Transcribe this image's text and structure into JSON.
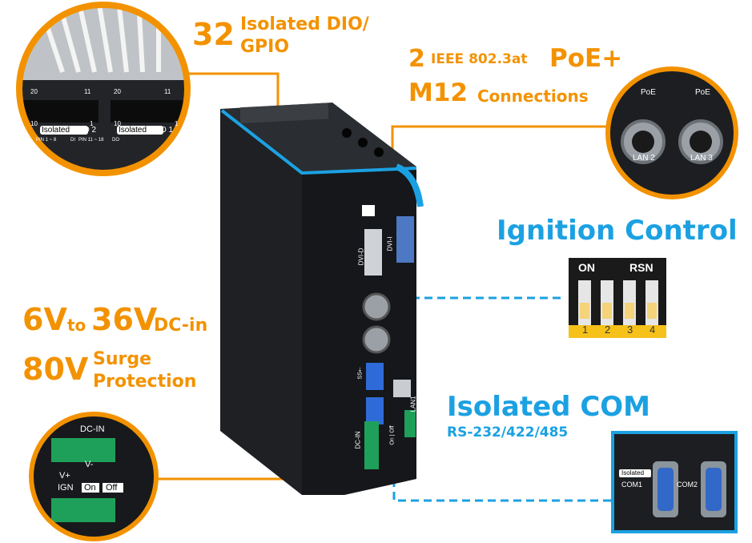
{
  "colors": {
    "orange": "#f39200",
    "blue": "#1ba1e2",
    "device": "#1f2124"
  },
  "dio": {
    "num": "32",
    "line1": "Isolated DIO/",
    "line2": "GPIO"
  },
  "poe": {
    "num": "2",
    "std": "IEEE 802.3at",
    "poe": "PoE+",
    "m12": "M12",
    "connections": "Connections"
  },
  "ignition": {
    "title": "Ignition Control",
    "on": "ON",
    "rsn": "RSN",
    "switches": [
      "1",
      "2",
      "3",
      "4"
    ]
  },
  "dcin": {
    "v1": "6V",
    "to": "to",
    "v2": "36V",
    "suffix": "DC-in",
    "surge_v": "80V",
    "surge1": "Surge",
    "surge2": "Protection"
  },
  "com": {
    "title": "Isolated COM",
    "sub": "RS-232/422/485",
    "isolated": "Isolated",
    "com1": "COM1",
    "com2": "COM2"
  },
  "dio_zoom": {
    "n20a": "20",
    "n11a": "11",
    "n20b": "20",
    "n11b": "11",
    "n10a": "10",
    "n1a": "1",
    "n10b": "10",
    "n1b": "1",
    "isolated1": "Isolated",
    "dio2": "DIO 2",
    "isolated2": "Isolated",
    "dio1": "DIO 1",
    "pin1": "PIN 1 ~ 8",
    "di": "DI",
    "pin11": "PIN 11 ~ 18",
    "do": "DO"
  },
  "lan_zoom": {
    "poe1": "PoE",
    "poe2": "PoE",
    "lan2": "LAN 2",
    "lan3": "LAN 3"
  },
  "dc_zoom": {
    "dcin": "DC-IN",
    "vplus": "V+",
    "vminus": "V-",
    "ign": "IGN",
    "on": "On",
    "off": "Off"
  },
  "device_labels": {
    "dvid": "DVI-D",
    "dvii": "DVI-I",
    "lan1": "LAN1",
    "dcin": "DC-IN",
    "on_off": "On | Off",
    "ss": "SS⇠"
  }
}
